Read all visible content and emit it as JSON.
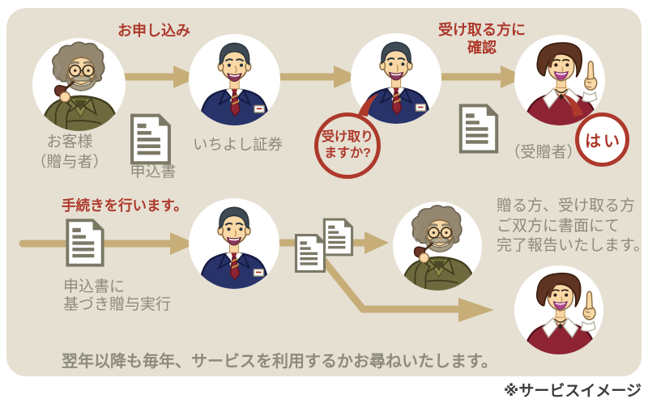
{
  "colors": {
    "panel_background": "#e6e0d3",
    "arrow": "#c7ae79",
    "accent_red": "#ad392b",
    "label_gray": "#8c8a7d",
    "document_olive": "#7b7966",
    "caption_dark": "#3b3b3b"
  },
  "icons": {
    "document": "document-icon",
    "documents_pair": "documents-icon",
    "arrow": "arrow-right-icon",
    "speech_bubble": "speech-bubble-icon"
  },
  "figures": {
    "donor": "elderly man with pipe",
    "broker": "securities salesman",
    "recipient": "woman raising finger"
  },
  "steps": {
    "apply": {
      "heading": "お申し込み",
      "donor_label_1": "お客様",
      "donor_label_2": "（贈与者）",
      "form_label": "申込書",
      "broker_label": "いちよし証券"
    },
    "confirm": {
      "heading_1": "受け取る方に",
      "heading_2": "確認",
      "question_1": "受け取り",
      "question_2": "ますか?",
      "recipient_label": "（受贈者）",
      "answer": "はい"
    },
    "execute": {
      "heading": "手続きを行います。",
      "form_note_1": "申込書に",
      "form_note_2": "基づき贈与実行",
      "report_1": "贈る方、受け取る方",
      "report_2": "ご双方に書面にて",
      "report_3": "完了報告いたします。"
    }
  },
  "footer": {
    "annual_note": "翌年以降も毎年、サービスを利用するかお尋ねいたします。",
    "caption": "※サービスイメージ"
  }
}
